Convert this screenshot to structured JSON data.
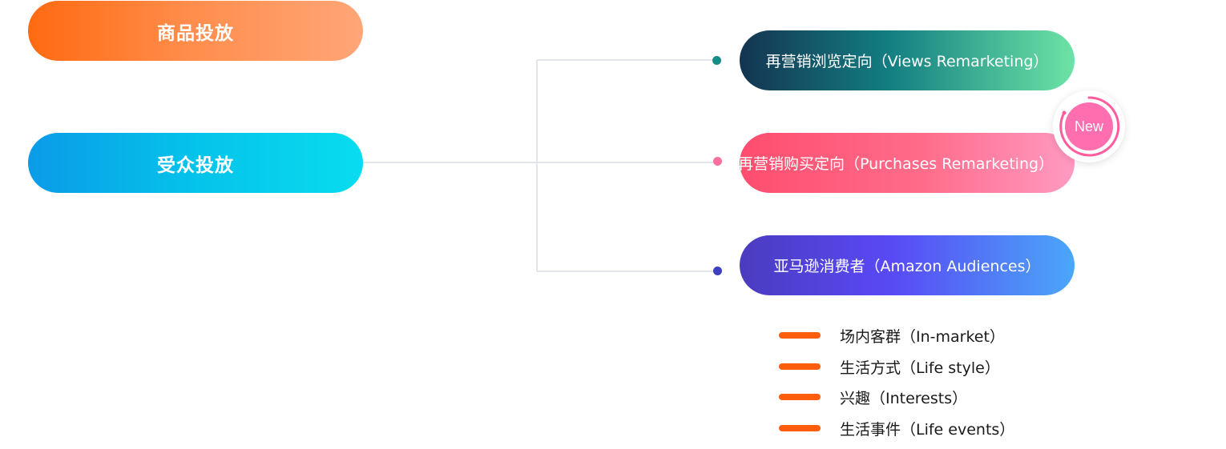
{
  "left_nodes": {
    "product": "商品投放",
    "audience": "受众投放"
  },
  "right_nodes": {
    "views": "再营销浏览定向（Views Remarketing）",
    "purchases": "再营销购买定向（Purchases Remarketing）",
    "amazon": "亚马逊消费者（Amazon Audiences）"
  },
  "badge": {
    "label": "New",
    "ring_color": "#ff5c9e",
    "fill_color": "#ff6fb0"
  },
  "sub_items": [
    {
      "label": "场内客群（In-market）"
    },
    {
      "label": "生活方式（Life style）"
    },
    {
      "label": "兴趣（Interests）"
    },
    {
      "label": "生活事件（Life events）"
    }
  ],
  "colors": {
    "dot_views": "#158c86",
    "dot_purchases": "#ff6ea0",
    "dot_amazon": "#3f3fbf",
    "bullet": "#ff5c0c",
    "connector": "#d9dde3"
  }
}
